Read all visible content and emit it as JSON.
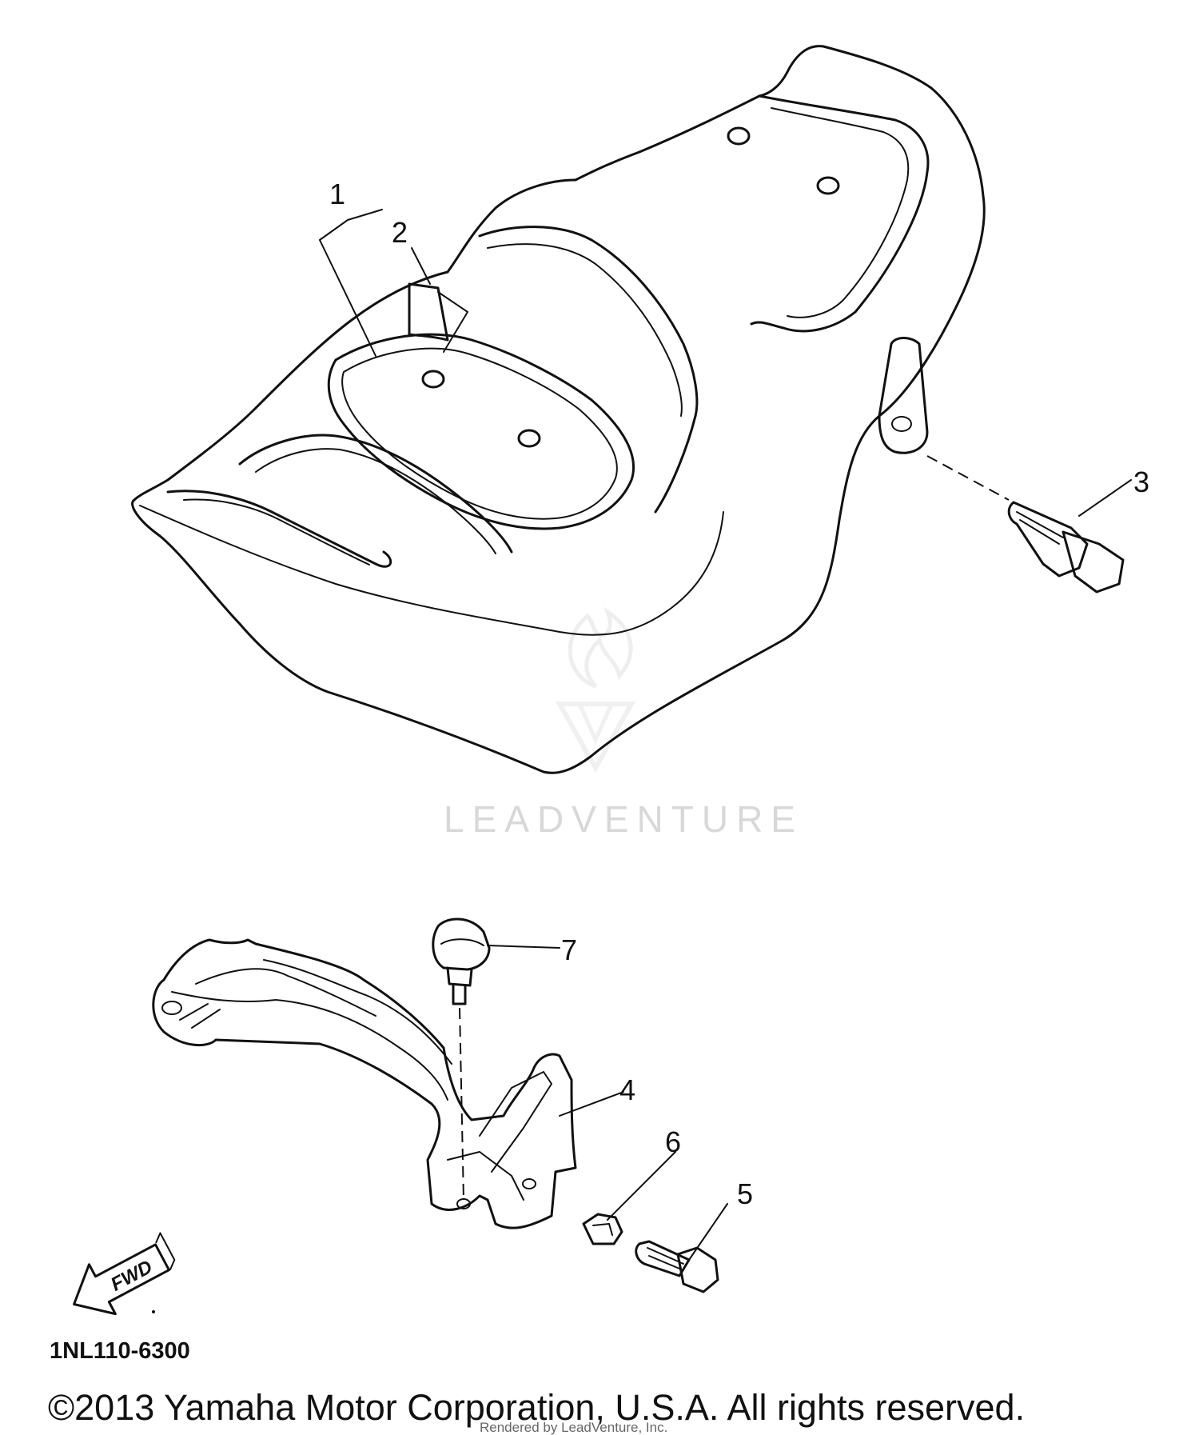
{
  "diagram": {
    "callouts": [
      "1",
      "2",
      "3",
      "4",
      "5",
      "6",
      "7"
    ],
    "fwd_label": "FWD",
    "part_code": "1NL110-6300",
    "watermark": "LEADVENTURE",
    "copyright": "©2013 Yamaha Motor Corporation, U.S.A. All rights reserved.",
    "fine_print": "Rendered by LeadVenture, Inc."
  }
}
